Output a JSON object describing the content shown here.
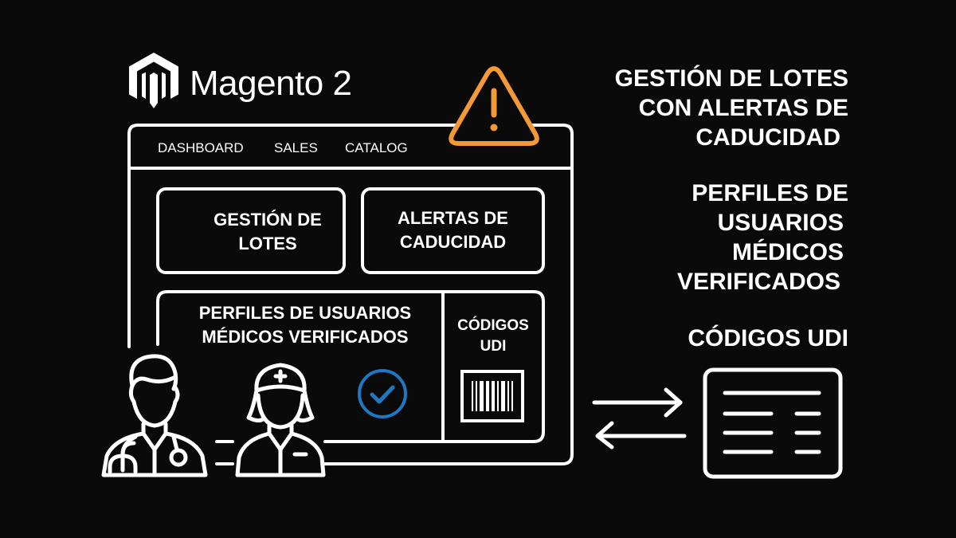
{
  "logo": {
    "name": "Magento 2",
    "icon": "magento-logo-icon"
  },
  "admin_window": {
    "nav": [
      "DASHBOARD",
      "SALES",
      "CATALOG"
    ],
    "cards": {
      "lots": {
        "line1": "GESTIÓN DE",
        "line2": "LOTES"
      },
      "alerts": {
        "line1": "ALERTAS DE",
        "line2": "CADUCIDAD"
      },
      "profiles": {
        "line1": "PERFILES DE USUARIOS",
        "line2": "MÉDICOS VERIFICADOS"
      },
      "udi": {
        "line1": "CÓDIGOS",
        "line2": "UDI"
      }
    },
    "icons": {
      "warning": "warning-triangle-icon",
      "verified": "check-circle-icon",
      "barcode": "barcode-icon",
      "doctor": "doctor-icon",
      "nurse": "nurse-icon"
    }
  },
  "features": [
    {
      "lines": [
        "GESTIÓN DE LOTES",
        "CON ALERTAS DE",
        "CADUCIDAD"
      ]
    },
    {
      "lines": [
        "PERFILES DE",
        "USUARIOS",
        "MÉDICOS",
        "VERIFICADOS"
      ]
    },
    {
      "lines": [
        "CÓDIGOS UDI"
      ]
    }
  ],
  "integration": {
    "arrows": "bidirectional-arrows-icon",
    "document": "document-list-icon"
  },
  "colors": {
    "background": "#0a0a0b",
    "foreground": "#ffffff",
    "warning": "#f39a37",
    "verified": "#1f78c1"
  }
}
